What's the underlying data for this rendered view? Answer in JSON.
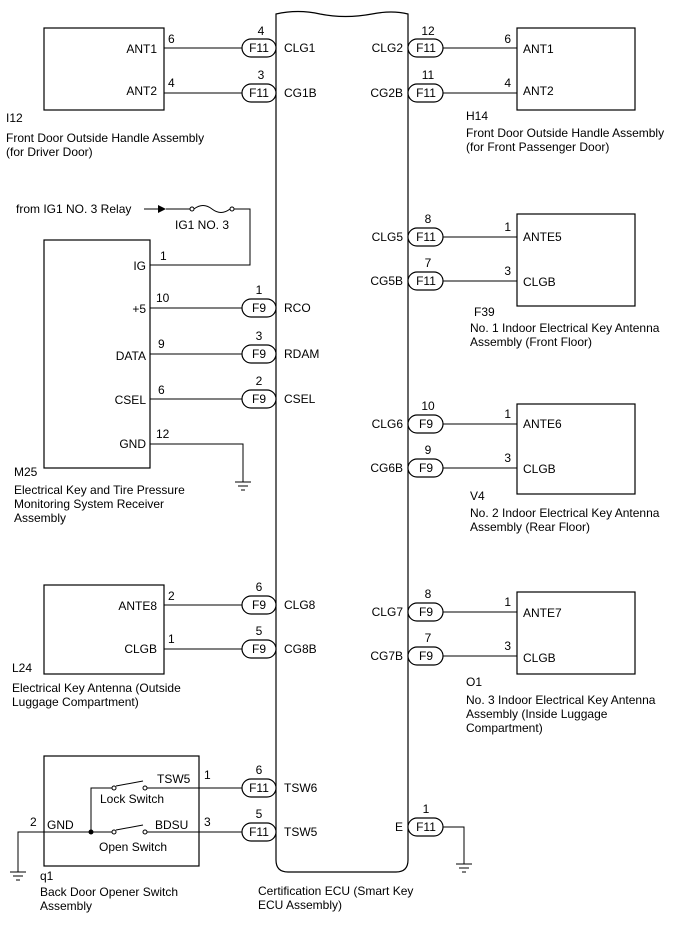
{
  "ecu": {
    "name_line1": "Certification ECU (Smart Key",
    "name_line2": "ECU Assembly)"
  },
  "i12": {
    "code": "I12",
    "title_line1": "Front Door Outside Handle Assembly",
    "title_line2": "(for Driver Door)",
    "ant1": {
      "label": "ANT1",
      "pin": "6"
    },
    "ant2": {
      "label": "ANT2",
      "pin": "4"
    }
  },
  "h14": {
    "code": "H14",
    "title_line1": "Front Door Outside Handle Assembly",
    "title_line2": "(for Front Passenger Door)",
    "ant1": {
      "label": "ANT1",
      "pin": "6"
    },
    "ant2": {
      "label": "ANT2",
      "pin": "4"
    }
  },
  "m25": {
    "code": "M25",
    "title_line1": "Electrical Key and Tire Pressure",
    "title_line2": "Monitoring System Receiver",
    "title_line3": "Assembly",
    "ig": {
      "label": "IG",
      "pin": "1"
    },
    "p5": {
      "label": "+5",
      "pin": "10"
    },
    "data": {
      "label": "DATA",
      "pin": "9"
    },
    "csel": {
      "label": "CSEL",
      "pin": "6"
    },
    "gnd": {
      "label": "GND",
      "pin": "12"
    }
  },
  "relay": {
    "source": "from IG1 NO. 3 Relay",
    "fuse": "IG1 NO. 3"
  },
  "f39": {
    "code": "F39",
    "title_line1": "No. 1 Indoor Electrical Key Antenna",
    "title_line2": "Assembly (Front Floor)",
    "ante": {
      "label": "ANTE5",
      "pin": "1"
    },
    "clgb": {
      "label": "CLGB",
      "pin": "3"
    }
  },
  "v4": {
    "code": "V4",
    "title_line1": "No. 2 Indoor Electrical Key Antenna",
    "title_line2": "Assembly (Rear Floor)",
    "ante": {
      "label": "ANTE6",
      "pin": "1"
    },
    "clgb": {
      "label": "CLGB",
      "pin": "3"
    }
  },
  "l24": {
    "code": "L24",
    "title_line1": "Electrical Key Antenna (Outside",
    "title_line2": "Luggage Compartment)",
    "ante": {
      "label": "ANTE8",
      "pin": "2"
    },
    "clgb": {
      "label": "CLGB",
      "pin": "1"
    }
  },
  "o1": {
    "code": "O1",
    "title_line1": "No. 3 Indoor Electrical Key Antenna",
    "title_line2": "Assembly (Inside Luggage",
    "title_line3": "Compartment)",
    "ante": {
      "label": "ANTE7",
      "pin": "1"
    },
    "clgb": {
      "label": "CLGB",
      "pin": "3"
    }
  },
  "q1": {
    "code": "q1",
    "title_line1": "Back Door Opener Switch",
    "title_line2": "Assembly",
    "gnd": {
      "label": "GND",
      "pin": "2"
    },
    "tsw5": {
      "label": "TSW5",
      "pin": "1"
    },
    "bdsu": {
      "label": "BDSU",
      "pin": "3"
    },
    "lock": "Lock Switch",
    "open": "Open Switch"
  },
  "ecu_pins": {
    "clg1": {
      "connector": "F11",
      "pin": "4",
      "label": "CLG1"
    },
    "cg1b": {
      "connector": "F11",
      "pin": "3",
      "label": "CG1B"
    },
    "clg2": {
      "connector": "F11",
      "pin": "12",
      "label": "CLG2"
    },
    "cg2b": {
      "connector": "F11",
      "pin": "11",
      "label": "CG2B"
    },
    "clg5": {
      "connector": "F11",
      "pin": "8",
      "label": "CLG5"
    },
    "cg5b": {
      "connector": "F11",
      "pin": "7",
      "label": "CG5B"
    },
    "rco": {
      "connector": "F9",
      "pin": "1",
      "label": "RCO"
    },
    "rdam": {
      "connector": "F9",
      "pin": "3",
      "label": "RDAM"
    },
    "csel": {
      "connector": "F9",
      "pin": "2",
      "label": "CSEL"
    },
    "clg6": {
      "connector": "F9",
      "pin": "10",
      "label": "CLG6"
    },
    "cg6b": {
      "connector": "F9",
      "pin": "9",
      "label": "CG6B"
    },
    "clg8": {
      "connector": "F9",
      "pin": "6",
      "label": "CLG8"
    },
    "cg8b": {
      "connector": "F9",
      "pin": "5",
      "label": "CG8B"
    },
    "clg7": {
      "connector": "F9",
      "pin": "8",
      "label": "CLG7"
    },
    "cg7b": {
      "connector": "F9",
      "pin": "7",
      "label": "CG7B"
    },
    "tsw6": {
      "connector": "F11",
      "pin": "6",
      "label": "TSW6"
    },
    "tsw5": {
      "connector": "F11",
      "pin": "5",
      "label": "TSW5"
    },
    "e": {
      "connector": "F11",
      "pin": "1",
      "label": "E"
    }
  }
}
